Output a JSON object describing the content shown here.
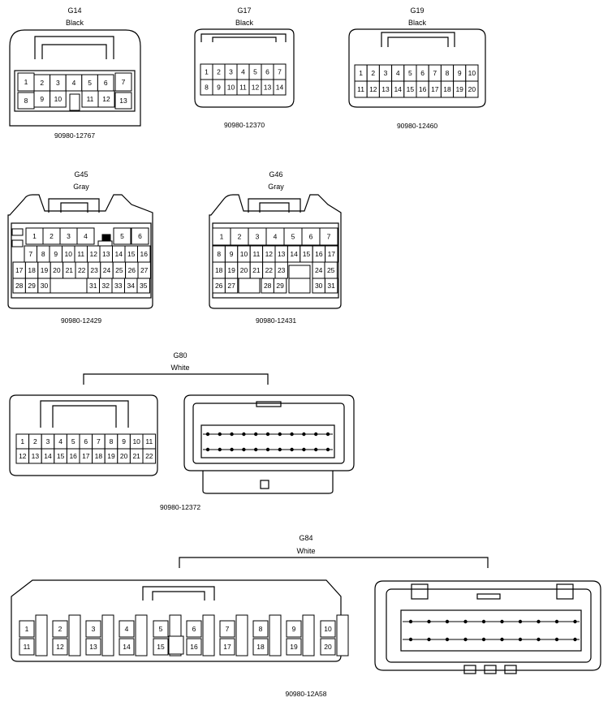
{
  "connectors": [
    {
      "id": "g14",
      "name": "G14",
      "color": "Black",
      "part": "90980-12767",
      "pins": [
        "1",
        "2",
        "3",
        "4",
        "5",
        "6",
        "7",
        "8",
        "9",
        "10",
        "11",
        "12",
        "13"
      ]
    },
    {
      "id": "g17",
      "name": "G17",
      "color": "Black",
      "part": "90980-12370",
      "pins": [
        "1",
        "2",
        "3",
        "4",
        "5",
        "6",
        "7",
        "8",
        "9",
        "10",
        "11",
        "12",
        "13",
        "14"
      ]
    },
    {
      "id": "g19",
      "name": "G19",
      "color": "Black",
      "part": "90980-12460",
      "pins": [
        "1",
        "2",
        "3",
        "4",
        "5",
        "6",
        "7",
        "8",
        "9",
        "10",
        "11",
        "12",
        "13",
        "14",
        "15",
        "16",
        "17",
        "18",
        "19",
        "20"
      ]
    },
    {
      "id": "g45",
      "name": "G45",
      "color": "Gray",
      "part": "90980-12429",
      "pins": [
        "1",
        "2",
        "3",
        "4",
        "5",
        "6",
        "7",
        "8",
        "9",
        "10",
        "11",
        "12",
        "13",
        "14",
        "15",
        "16",
        "17",
        "18",
        "19",
        "20",
        "21",
        "22",
        "23",
        "24",
        "25",
        "26",
        "27",
        "28",
        "29",
        "30",
        "31",
        "32",
        "33",
        "34",
        "35"
      ]
    },
    {
      "id": "g46",
      "name": "G46",
      "color": "Gray",
      "part": "90980-12431",
      "pins": [
        "1",
        "2",
        "3",
        "4",
        "5",
        "6",
        "7",
        "8",
        "9",
        "10",
        "11",
        "12",
        "13",
        "14",
        "15",
        "16",
        "17",
        "18",
        "19",
        "20",
        "21",
        "22",
        "23",
        "24",
        "25",
        "26",
        "27",
        "28",
        "29",
        "30",
        "31"
      ]
    },
    {
      "id": "g80",
      "name": "G80",
      "color": "White",
      "part": "90980-12372",
      "pins": [
        "1",
        "2",
        "3",
        "4",
        "5",
        "6",
        "7",
        "8",
        "9",
        "10",
        "11",
        "12",
        "13",
        "14",
        "15",
        "16",
        "17",
        "18",
        "19",
        "20",
        "21",
        "22"
      ]
    },
    {
      "id": "g84",
      "name": "G84",
      "color": "White",
      "part": "90980-12A58",
      "pins": [
        "1",
        "2",
        "3",
        "4",
        "5",
        "6",
        "7",
        "8",
        "9",
        "10",
        "11",
        "12",
        "13",
        "14",
        "15",
        "16",
        "17",
        "18",
        "19",
        "20"
      ]
    }
  ]
}
